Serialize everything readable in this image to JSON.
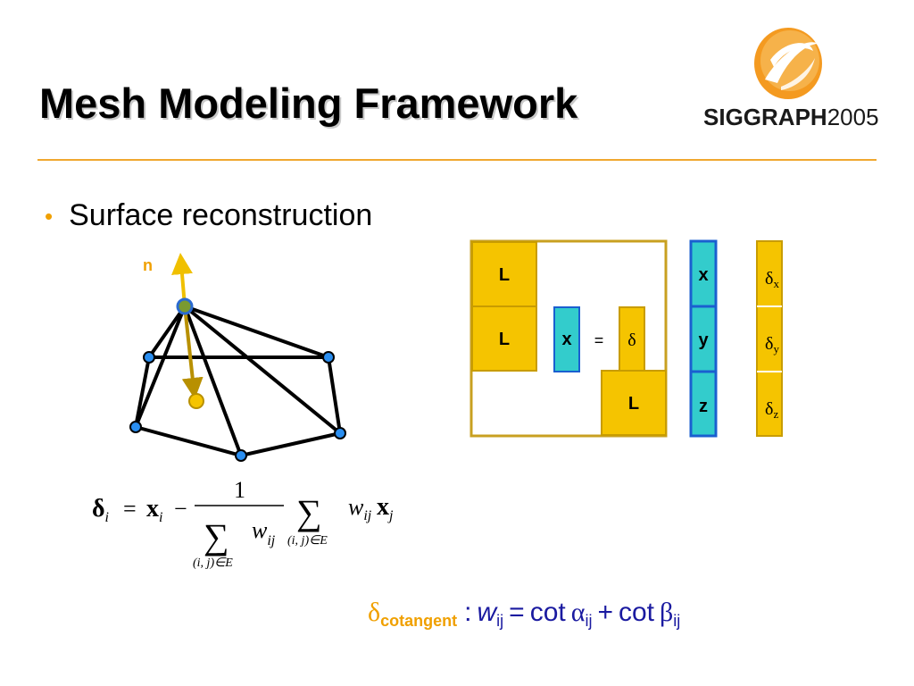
{
  "slide": {
    "title": "Mesh Modeling Framework",
    "bullet": "Surface reconstruction"
  },
  "logo": {
    "brand": "SIGGRAPH",
    "year": "2005",
    "colors": {
      "swirl": "#f08a10",
      "text": "#1a1a1a"
    }
  },
  "mesh": {
    "normal_label": "n",
    "colors": {
      "edges": "#000000",
      "vertex": "#2a8ef0",
      "center_vertex": "#7a9a30",
      "normal": "#f0c000",
      "projected": "#f0c000"
    }
  },
  "matrix_system": {
    "left_blocks": [
      "L",
      "L",
      "L"
    ],
    "x_vector": "x",
    "equals": "=",
    "delta": "δ",
    "xyz": [
      "x",
      "y",
      "z"
    ],
    "rhs": [
      {
        "main": "δ",
        "sub": "x"
      },
      {
        "main": "δ",
        "sub": "y"
      },
      {
        "main": "δ",
        "sub": "z"
      }
    ],
    "colors": {
      "block": "#f5c400",
      "block_border": "#c89c00",
      "vector": "#33cccc",
      "vector_border": "#1a5fd0",
      "frame": "#c8a020"
    }
  },
  "formula": {
    "delta": "δ",
    "i": "i",
    "x": "x",
    "eq": "=",
    "minus": "−",
    "one": "1",
    "sum": "∑",
    "w": "w",
    "ij": "ij",
    "j": "j",
    "range": "(i, j)∈E"
  },
  "cotangent": {
    "delta": "δ",
    "sub": "cotangent",
    "colon": ":",
    "w": "w",
    "ij": "ij",
    "eq": "=",
    "cot1": "cot",
    "alpha": "α",
    "plus": "+",
    "cot2": "cot",
    "beta": "β",
    "colors": {
      "delta": "#f0a000",
      "rest": "#1a1aa0"
    }
  }
}
